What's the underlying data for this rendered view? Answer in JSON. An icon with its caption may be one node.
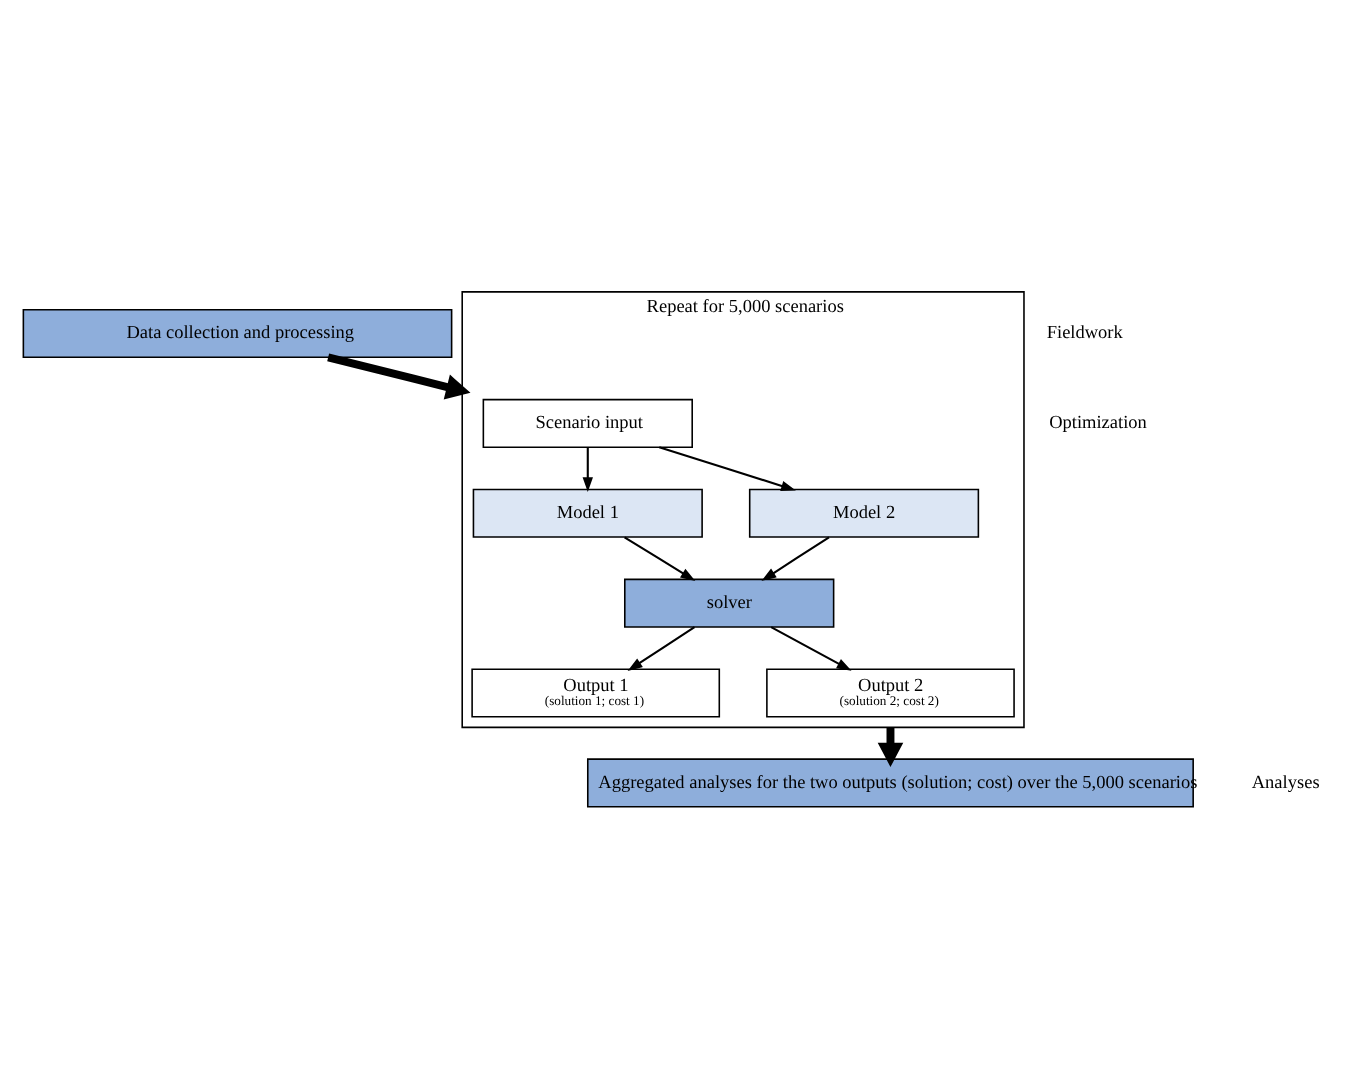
{
  "diagram": {
    "nodes": [
      {
        "text": [
          "Data collection and processing"
        ]
      },
      {
        "text": [
          "Repeat for 5,000 scenarios"
        ]
      },
      {
        "text": [
          "Scenario input"
        ],
        "in": 1
      },
      {
        "text": [
          "Model 1"
        ],
        "in": 1
      },
      {
        "text": [
          "Model 2"
        ],
        "in": 1
      },
      {
        "text": [
          "solver"
        ],
        "in": 1
      },
      {
        "text": [
          "Output 1",
          "(solution 1; cost 1)"
        ],
        "in": 1
      },
      {
        "text": [
          "Output 2",
          "(solution 2; cost 2)"
        ],
        "in": 1
      },
      {
        "text": [
          "Aggregated analyses for the two outputs (solution; cost) over the 5,000 scenarios"
        ]
      }
    ],
    "edges": [
      {
        "from": 0,
        "to": 1,
        "arrow": "to",
        "style": "thick"
      },
      {
        "from": 2,
        "to": 3,
        "arrow": "to"
      },
      {
        "from": 2,
        "to": 4,
        "arrow": "to"
      },
      {
        "from": 3,
        "to": 5,
        "arrow": "to"
      },
      {
        "from": 4,
        "to": 5,
        "arrow": "to"
      },
      {
        "from": 5,
        "to": 6,
        "arrow": "to"
      },
      {
        "from": 5,
        "to": 7,
        "arrow": "to"
      },
      {
        "from": 1,
        "to": 8,
        "arrow": "to",
        "style": "thick"
      }
    ],
    "labels": [
      "Fieldwork",
      "Optimization",
      "Analyses"
    ]
  }
}
